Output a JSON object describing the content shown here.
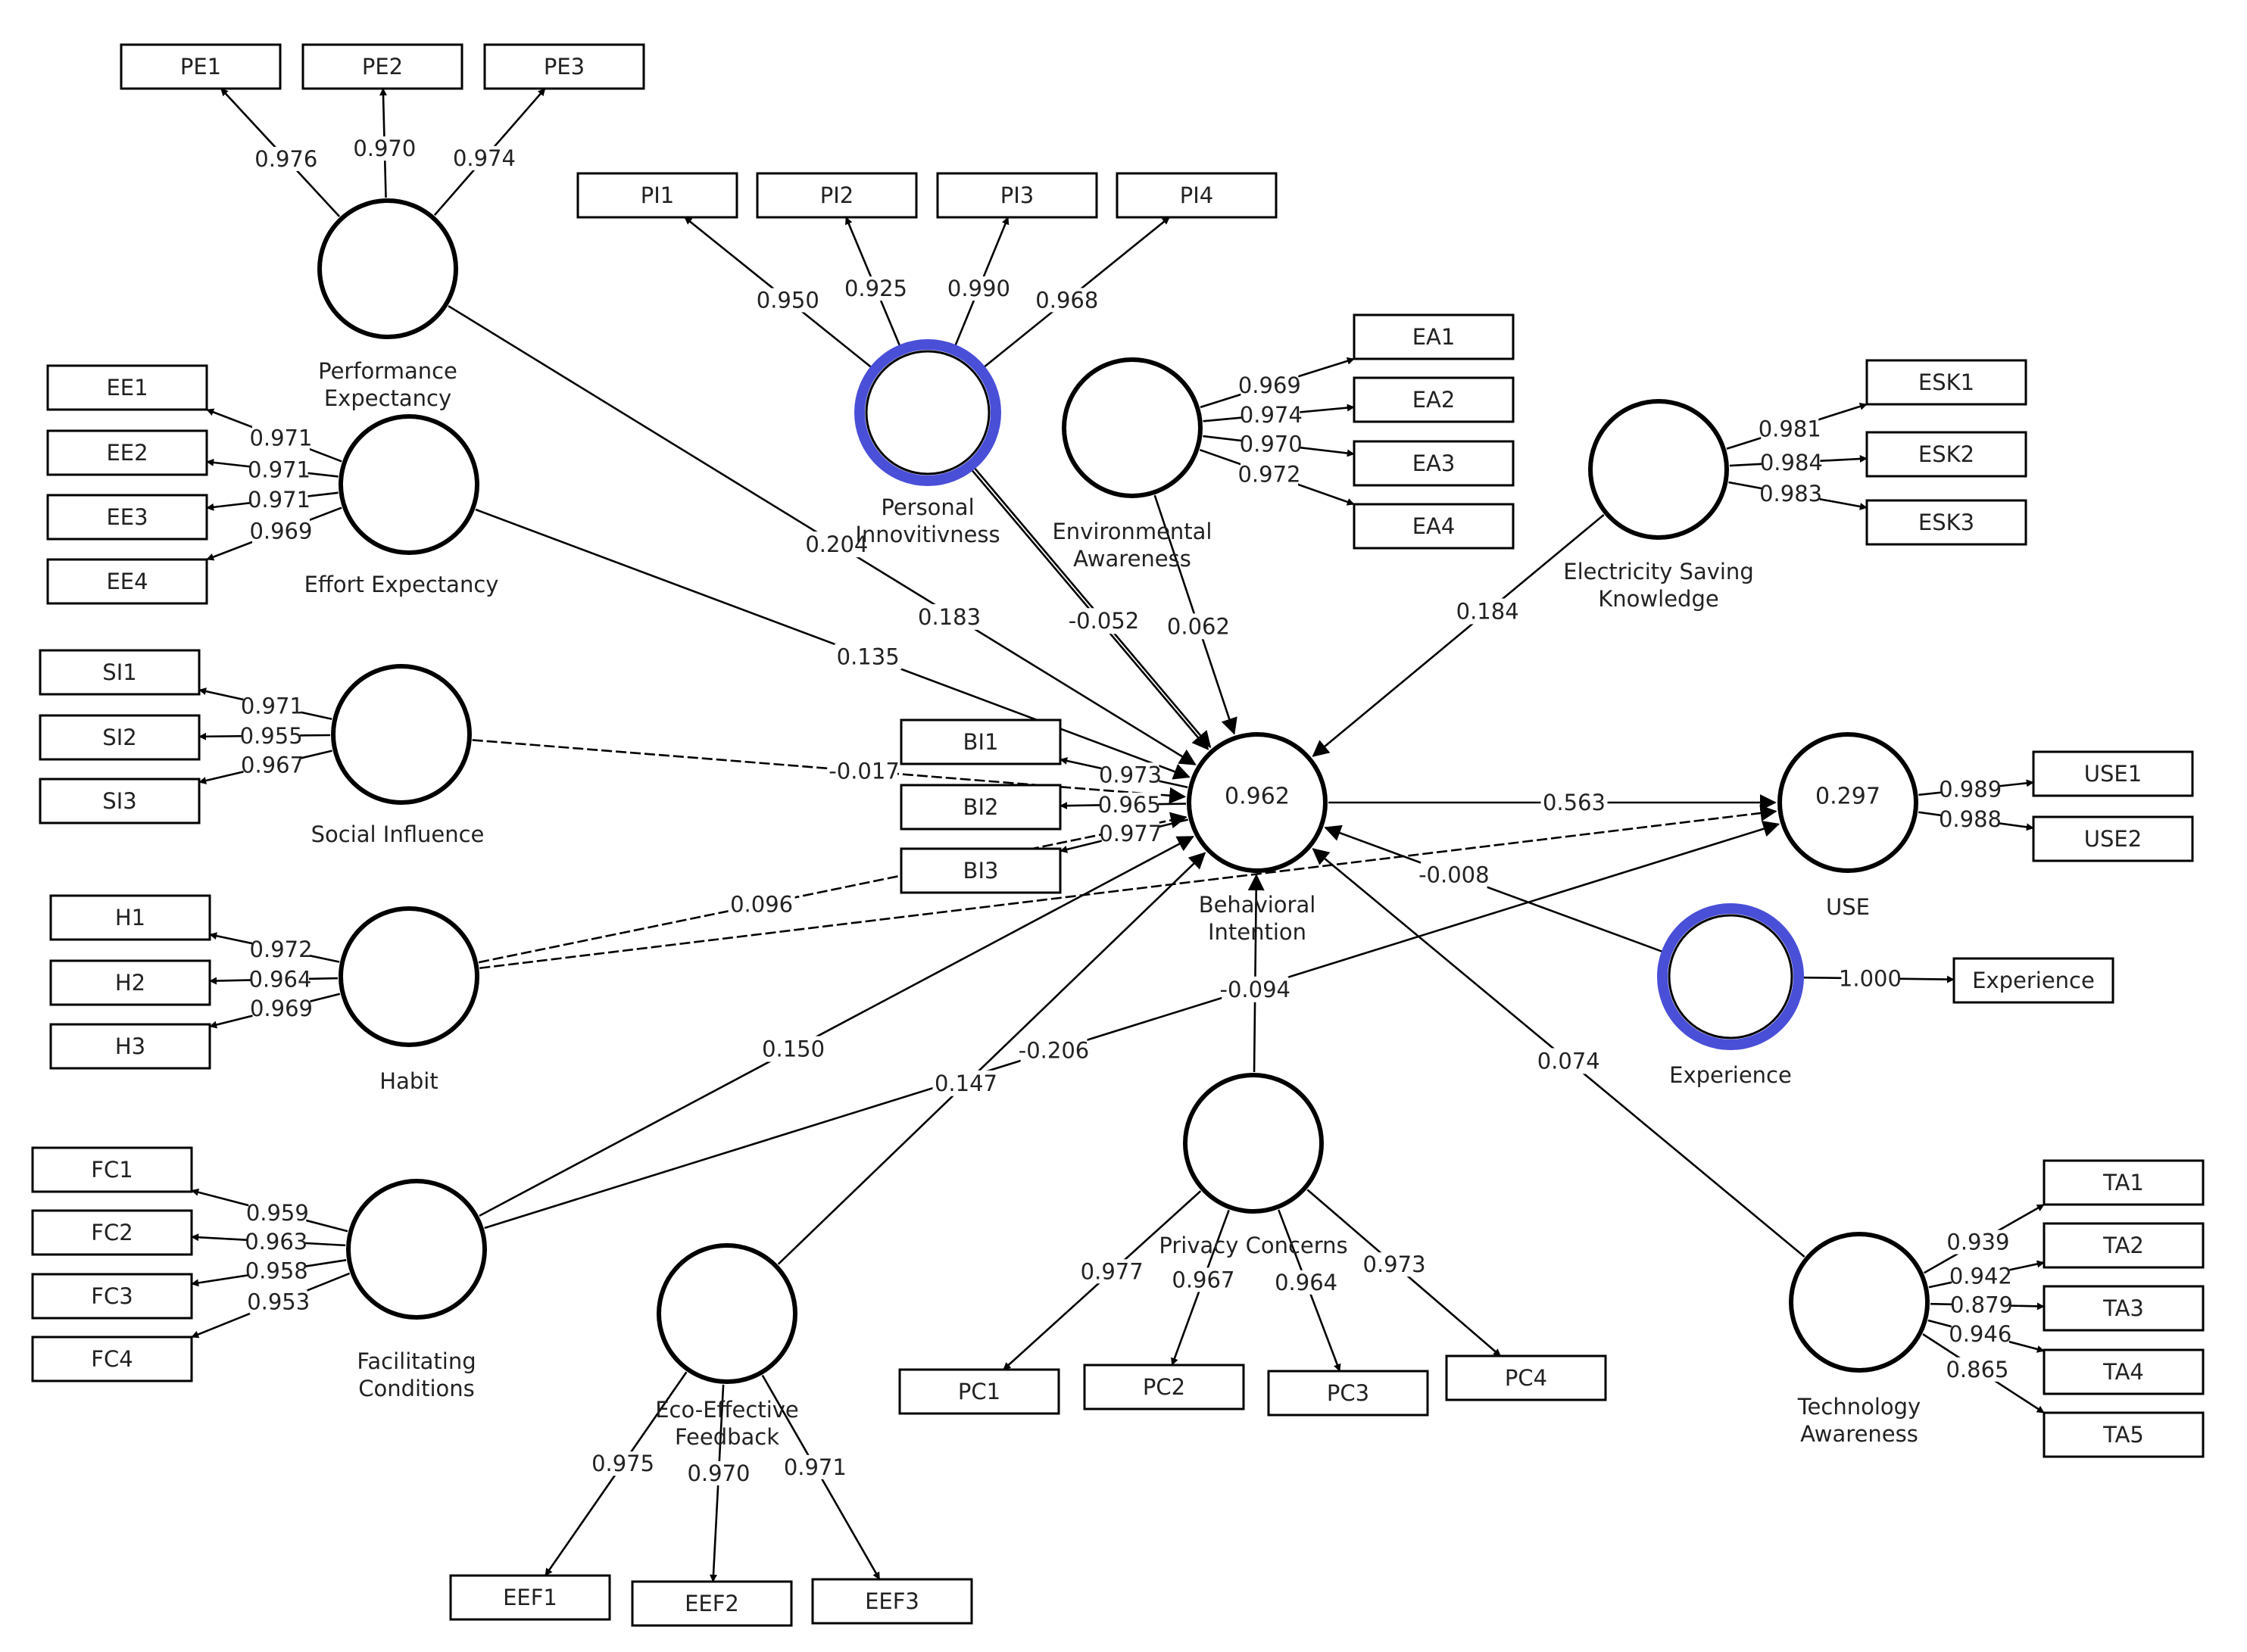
{
  "constructs": [
    {
      "id": "PE",
      "name": [
        "Performance",
        "Expectancy"
      ],
      "r2": "",
      "moderator": false
    },
    {
      "id": "PI",
      "name": [
        "Personal",
        "Innovitivness"
      ],
      "r2": "",
      "moderator": true
    },
    {
      "id": "EA",
      "name": [
        "Environmental",
        "Awareness"
      ],
      "r2": "",
      "moderator": false
    },
    {
      "id": "ESK",
      "name": [
        "Electricity Saving",
        "Knowledge"
      ],
      "r2": "",
      "moderator": false
    },
    {
      "id": "EE",
      "name": [
        "Effort Expectancy"
      ],
      "r2": "",
      "moderator": false
    },
    {
      "id": "SI",
      "name": [
        "Social Influence"
      ],
      "r2": "",
      "moderator": false
    },
    {
      "id": "BI",
      "name": [
        "Behavioral",
        "Intention"
      ],
      "r2": "0.962",
      "moderator": false
    },
    {
      "id": "USE",
      "name": [
        "USE"
      ],
      "r2": "0.297",
      "moderator": false
    },
    {
      "id": "H",
      "name": [
        "Habit"
      ],
      "r2": "",
      "moderator": false
    },
    {
      "id": "EXP",
      "name": [
        "Experience"
      ],
      "r2": "",
      "moderator": true
    },
    {
      "id": "FC",
      "name": [
        "Facilitating",
        "Conditions"
      ],
      "r2": "",
      "moderator": false
    },
    {
      "id": "EEF",
      "name": [
        "Eco-Effective",
        "Feedback"
      ],
      "r2": "",
      "moderator": false
    },
    {
      "id": "PC",
      "name": [
        "Privacy Concerns"
      ],
      "r2": "",
      "moderator": false
    },
    {
      "id": "TA",
      "name": [
        "Technology",
        "Awareness"
      ],
      "r2": "",
      "moderator": false
    }
  ],
  "indicators": [
    {
      "construct": "PE",
      "items": [
        {
          "label": "PE1",
          "loading": "0.976"
        },
        {
          "label": "PE2",
          "loading": "0.970"
        },
        {
          "label": "PE3",
          "loading": "0.974"
        }
      ]
    },
    {
      "construct": "PI",
      "items": [
        {
          "label": "PI1",
          "loading": "0.950"
        },
        {
          "label": "PI2",
          "loading": "0.925"
        },
        {
          "label": "PI3",
          "loading": "0.990"
        },
        {
          "label": "PI4",
          "loading": "0.968"
        }
      ]
    },
    {
      "construct": "EA",
      "items": [
        {
          "label": "EA1",
          "loading": "0.969"
        },
        {
          "label": "EA2",
          "loading": "0.974"
        },
        {
          "label": "EA3",
          "loading": "0.970"
        },
        {
          "label": "EA4",
          "loading": "0.972"
        }
      ]
    },
    {
      "construct": "ESK",
      "items": [
        {
          "label": "ESK1",
          "loading": "0.981"
        },
        {
          "label": "ESK2",
          "loading": "0.984"
        },
        {
          "label": "ESK3",
          "loading": "0.983"
        }
      ]
    },
    {
      "construct": "EE",
      "items": [
        {
          "label": "EE1",
          "loading": "0.971"
        },
        {
          "label": "EE2",
          "loading": "0.971"
        },
        {
          "label": "EE3",
          "loading": "0.971"
        },
        {
          "label": "EE4",
          "loading": "0.969"
        }
      ]
    },
    {
      "construct": "SI",
      "items": [
        {
          "label": "SI1",
          "loading": "0.971"
        },
        {
          "label": "SI2",
          "loading": "0.955"
        },
        {
          "label": "SI3",
          "loading": "0.967"
        }
      ]
    },
    {
      "construct": "BI",
      "items": [
        {
          "label": "BI1",
          "loading": "0.973"
        },
        {
          "label": "BI2",
          "loading": "0.965"
        },
        {
          "label": "BI3",
          "loading": "0.977"
        }
      ]
    },
    {
      "construct": "USE",
      "items": [
        {
          "label": "USE1",
          "loading": "0.989"
        },
        {
          "label": "USE2",
          "loading": "0.988"
        }
      ]
    },
    {
      "construct": "H",
      "items": [
        {
          "label": "H1",
          "loading": "0.972"
        },
        {
          "label": "H2",
          "loading": "0.964"
        },
        {
          "label": "H3",
          "loading": "0.969"
        }
      ]
    },
    {
      "construct": "EXP",
      "items": [
        {
          "label": "Experience",
          "loading": "1.000"
        }
      ]
    },
    {
      "construct": "FC",
      "items": [
        {
          "label": "FC1",
          "loading": "0.959"
        },
        {
          "label": "FC2",
          "loading": "0.963"
        },
        {
          "label": "FC3",
          "loading": "0.958"
        },
        {
          "label": "FC4",
          "loading": "0.953"
        }
      ]
    },
    {
      "construct": "EEF",
      "items": [
        {
          "label": "EEF1",
          "loading": "0.975"
        },
        {
          "label": "EEF2",
          "loading": "0.970"
        },
        {
          "label": "EEF3",
          "loading": "0.971"
        }
      ]
    },
    {
      "construct": "PC",
      "items": [
        {
          "label": "PC1",
          "loading": "0.977"
        },
        {
          "label": "PC2",
          "loading": "0.967"
        },
        {
          "label": "PC3",
          "loading": "0.964"
        },
        {
          "label": "PC4",
          "loading": "0.973"
        }
      ]
    },
    {
      "construct": "TA",
      "items": [
        {
          "label": "TA1",
          "loading": "0.939"
        },
        {
          "label": "TA2",
          "loading": "0.942"
        },
        {
          "label": "TA3",
          "loading": "0.879"
        },
        {
          "label": "TA4",
          "loading": "0.946"
        },
        {
          "label": "TA5",
          "loading": "0.865"
        }
      ]
    }
  ],
  "paths": [
    {
      "from": "PE",
      "to": "BI",
      "coef": "0.204"
    },
    {
      "from": "EE",
      "to": "BI",
      "coef": "0.135"
    },
    {
      "from": "SI",
      "to": "BI",
      "coef": "-0.017"
    },
    {
      "from": "H",
      "to": "BI",
      "coef": "0.096"
    },
    {
      "from": "H",
      "to": "USE",
      "coef": ""
    },
    {
      "from": "PI",
      "to": "BI",
      "coef": "-0.052"
    },
    {
      "from": "EA",
      "to": "BI",
      "coef": "0.062"
    },
    {
      "from": "ESK",
      "to": "BI",
      "coef": "0.184"
    },
    {
      "from": "FC",
      "to": "BI",
      "coef": "0.150"
    },
    {
      "from": "FC",
      "to": "USE",
      "coef": "-0.206"
    },
    {
      "from": "EEF",
      "to": "BI",
      "coef": "0.147"
    },
    {
      "from": "PC",
      "to": "BI",
      "coef": "-0.094"
    },
    {
      "from": "TA",
      "to": "BI",
      "coef": "0.074"
    },
    {
      "from": "EXP",
      "to": "BI",
      "coef": "-0.008"
    },
    {
      "from": "BI",
      "to": "USE",
      "coef": "0.563"
    },
    {
      "from": "PI",
      "to": "BI",
      "coef": "0.183"
    }
  ]
}
